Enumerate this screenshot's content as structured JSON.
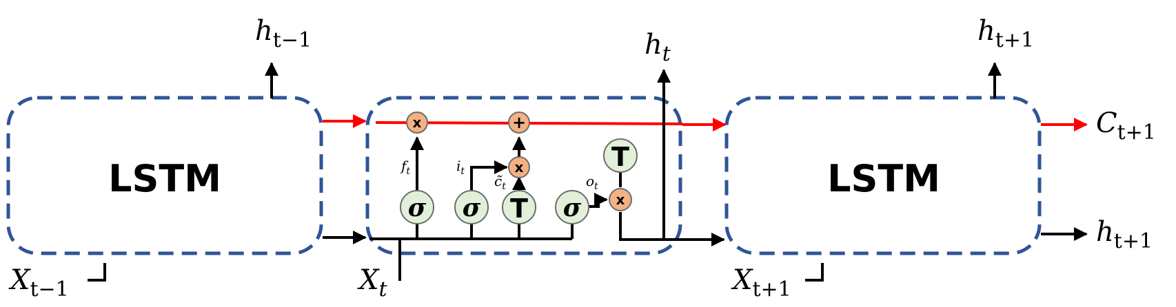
{
  "blocks": {
    "left_title": "LSTM",
    "right_title": "LSTM"
  },
  "labels": {
    "h_prev": {
      "base": "h",
      "sub": "t−1"
    },
    "h_t": {
      "base": "h",
      "sub": "t"
    },
    "h_next_top": {
      "base": "h",
      "sub": "t+1"
    },
    "h_next_right": {
      "base": "h",
      "sub": "t+1"
    },
    "c_next": {
      "base": "C",
      "sub": "t+1"
    },
    "x_prev": {
      "base": "X",
      "sub": "t−1"
    },
    "x_t": {
      "base": "X",
      "sub": "t"
    },
    "x_next": {
      "base": "X",
      "sub": "t+1"
    },
    "f_t": {
      "base": "f",
      "sub": "t"
    },
    "i_t": {
      "base": "i",
      "sub": "t"
    },
    "c_tilde": {
      "base": "c̃",
      "sub": "t"
    },
    "o_t": {
      "base": "o",
      "sub": "t"
    }
  },
  "gates": {
    "sigma": "σ",
    "tanh": "T"
  },
  "ops": {
    "multiply": "x",
    "add": "+"
  },
  "colors": {
    "block_border": "#2f5597",
    "cell_state_line": "#ff0000",
    "gate_fill": "#e2f0d9",
    "gate_stroke": "#6b6b6b",
    "op_fill": "#f4b183",
    "line": "#000000"
  }
}
